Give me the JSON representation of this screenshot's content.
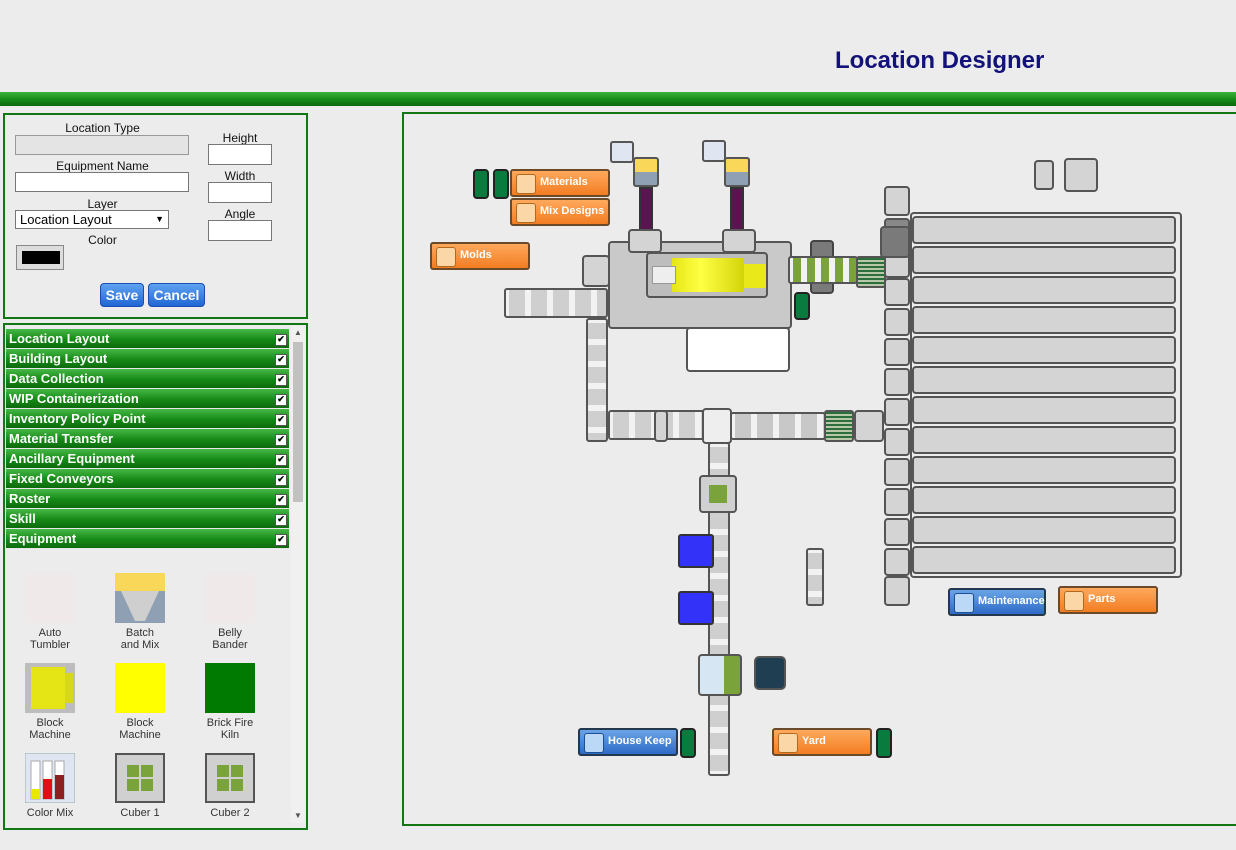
{
  "header": {
    "title": "Location Designer"
  },
  "form": {
    "location_type_label": "Location Type",
    "location_type_value": "",
    "equipment_name_label": "Equipment Name",
    "equipment_name_value": "",
    "layer_label": "Layer",
    "layer_value": "Location Layout",
    "color_label": "Color",
    "color_value": "#000000",
    "height_label": "Height",
    "width_label": "Width",
    "angle_label": "Angle",
    "save_label": "Save",
    "cancel_label": "Cancel"
  },
  "layers": [
    {
      "label": "Location Layout",
      "checked": true
    },
    {
      "label": "Building Layout",
      "checked": true
    },
    {
      "label": "Data Collection",
      "checked": true
    },
    {
      "label": "WIP Containerization",
      "checked": true
    },
    {
      "label": "Inventory Policy Point",
      "checked": true
    },
    {
      "label": "Material Transfer",
      "checked": true
    },
    {
      "label": "Ancillary Equipment",
      "checked": true
    },
    {
      "label": "Fixed Conveyors",
      "checked": true
    },
    {
      "label": "Roster",
      "checked": true
    },
    {
      "label": "Skill",
      "checked": true
    },
    {
      "label": "Equipment",
      "checked": true
    }
  ],
  "palette": [
    {
      "line1": "Auto",
      "line2": "Tumbler",
      "icon": "auto-tumbler-icon"
    },
    {
      "line1": "Batch",
      "line2": "and Mix",
      "icon": "batch-and-mix-icon"
    },
    {
      "line1": "Belly",
      "line2": "Bander",
      "icon": "belly-bander-icon"
    },
    {
      "line1": "Block",
      "line2": "Machine",
      "icon": "block-machine-icon"
    },
    {
      "line1": "Block",
      "line2": "Machine",
      "icon": "block-machine-yellow-icon"
    },
    {
      "line1": "Brick Fire",
      "line2": "Kiln",
      "icon": "brick-fire-kiln-icon"
    },
    {
      "line1": "Color Mix",
      "line2": "",
      "icon": "color-mix-icon"
    },
    {
      "line1": "Cuber 1",
      "line2": "",
      "icon": "cuber-icon"
    },
    {
      "line1": "Cuber 2",
      "line2": "",
      "icon": "cuber-icon"
    }
  ],
  "canvas": {
    "labels": {
      "materials": "Materials",
      "mix_designs": "Mix Designs",
      "molds": "Molds",
      "maintenance": "Maintenance",
      "parts": "Parts",
      "house_keep": "House Keep",
      "yard": "Yard"
    }
  },
  "colors": {
    "accent_green": "#137813",
    "title_blue": "#12127a",
    "button_blue": "#1f66d4",
    "orange": "#f27d23"
  }
}
